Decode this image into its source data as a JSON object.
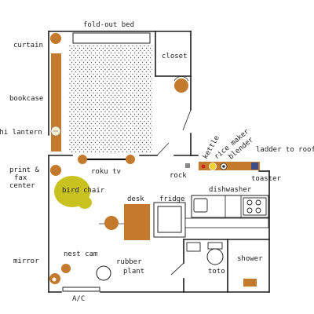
{
  "labels": {
    "fold_out_bed": "fold-out bed",
    "curtain": "curtain",
    "closet": "closet",
    "bookcase": "bookcase",
    "chi_lantern": "chi lantern",
    "print_fax_1": "print &",
    "print_fax_2": "fax",
    "print_fax_3": "center",
    "bird_chair": "bird chair",
    "roku_tv": "roku tv",
    "rock": "rock",
    "kettle": "kettle",
    "rice_maker": "rice maker",
    "blender": "blender",
    "ladder_to_roof": "ladder to roof",
    "toaster": "toaster",
    "dishwasher": "dishwasher",
    "desk": "desk",
    "fridge": "fridge",
    "mirror": "mirror",
    "nest_cam": "nest cam",
    "rubber_1": "rubber",
    "rubber_2": "plant",
    "toto": "toto",
    "shower": "shower",
    "ac": "A/C"
  },
  "colors": {
    "furniture": "#c47a2c",
    "chair": "#c8c21e",
    "appliance_red": "#d62020",
    "appliance_yellow": "#f2d030",
    "rock": "#888888",
    "wall": "#1a1a1a"
  }
}
